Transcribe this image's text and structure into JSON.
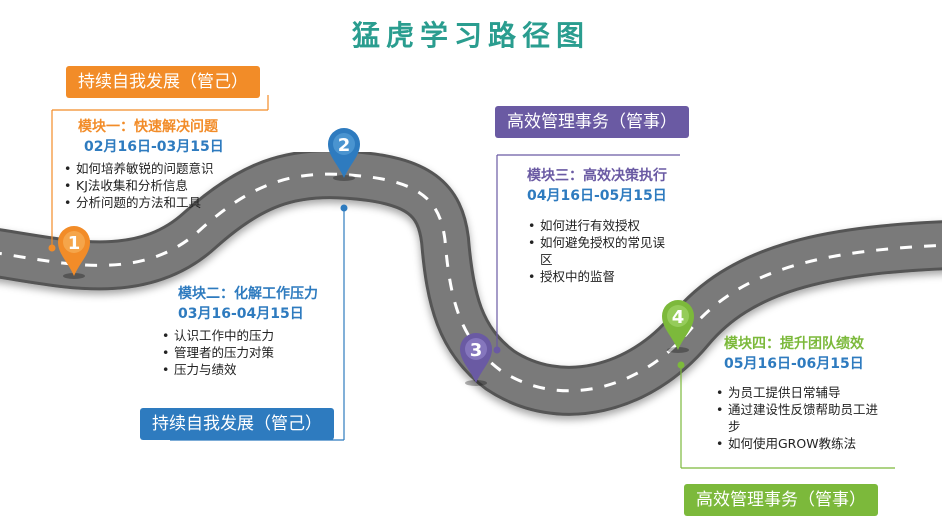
{
  "title": "猛虎学习路径图",
  "banners": {
    "b1": "持续自我发展（管己）",
    "b2": "持续自我发展（管己）",
    "b3": "高效管理事务（管事）",
    "b4": "高效管理事务（管事）"
  },
  "modules": [
    {
      "number": "1",
      "title": "模块一：快速解决问题",
      "date": "02月16日-03月15日",
      "bullets": [
        "如何培养敏锐的问题意识",
        "KJ法收集和分析信息",
        "分析问题的方法和工具"
      ]
    },
    {
      "number": "2",
      "title": "模块二：化解工作压力",
      "date": "03月16-04月15日",
      "bullets": [
        "认识工作中的压力",
        "管理者的压力对策",
        "压力与绩效"
      ]
    },
    {
      "number": "3",
      "title": "模块三：高效决策执行",
      "date": "04月16日-05月15日",
      "bullets": [
        "如何进行有效授权",
        "如何避免授权的常见误区",
        "授权中的监督"
      ]
    },
    {
      "number": "4",
      "title": "模块四：提升团队绩效",
      "date": "05月16日-06月15日",
      "bullets": [
        "为员工提供日常辅导",
        "通过建设性反馈帮助员工进步",
        "如何使用GROW教练法"
      ]
    }
  ],
  "colors": {
    "orange": "#f28c28",
    "blue": "#2e7bbf",
    "purple": "#6a5aa3",
    "green": "#7cb93b",
    "road": "#6b6b6b",
    "title": "#2a9d8f"
  }
}
